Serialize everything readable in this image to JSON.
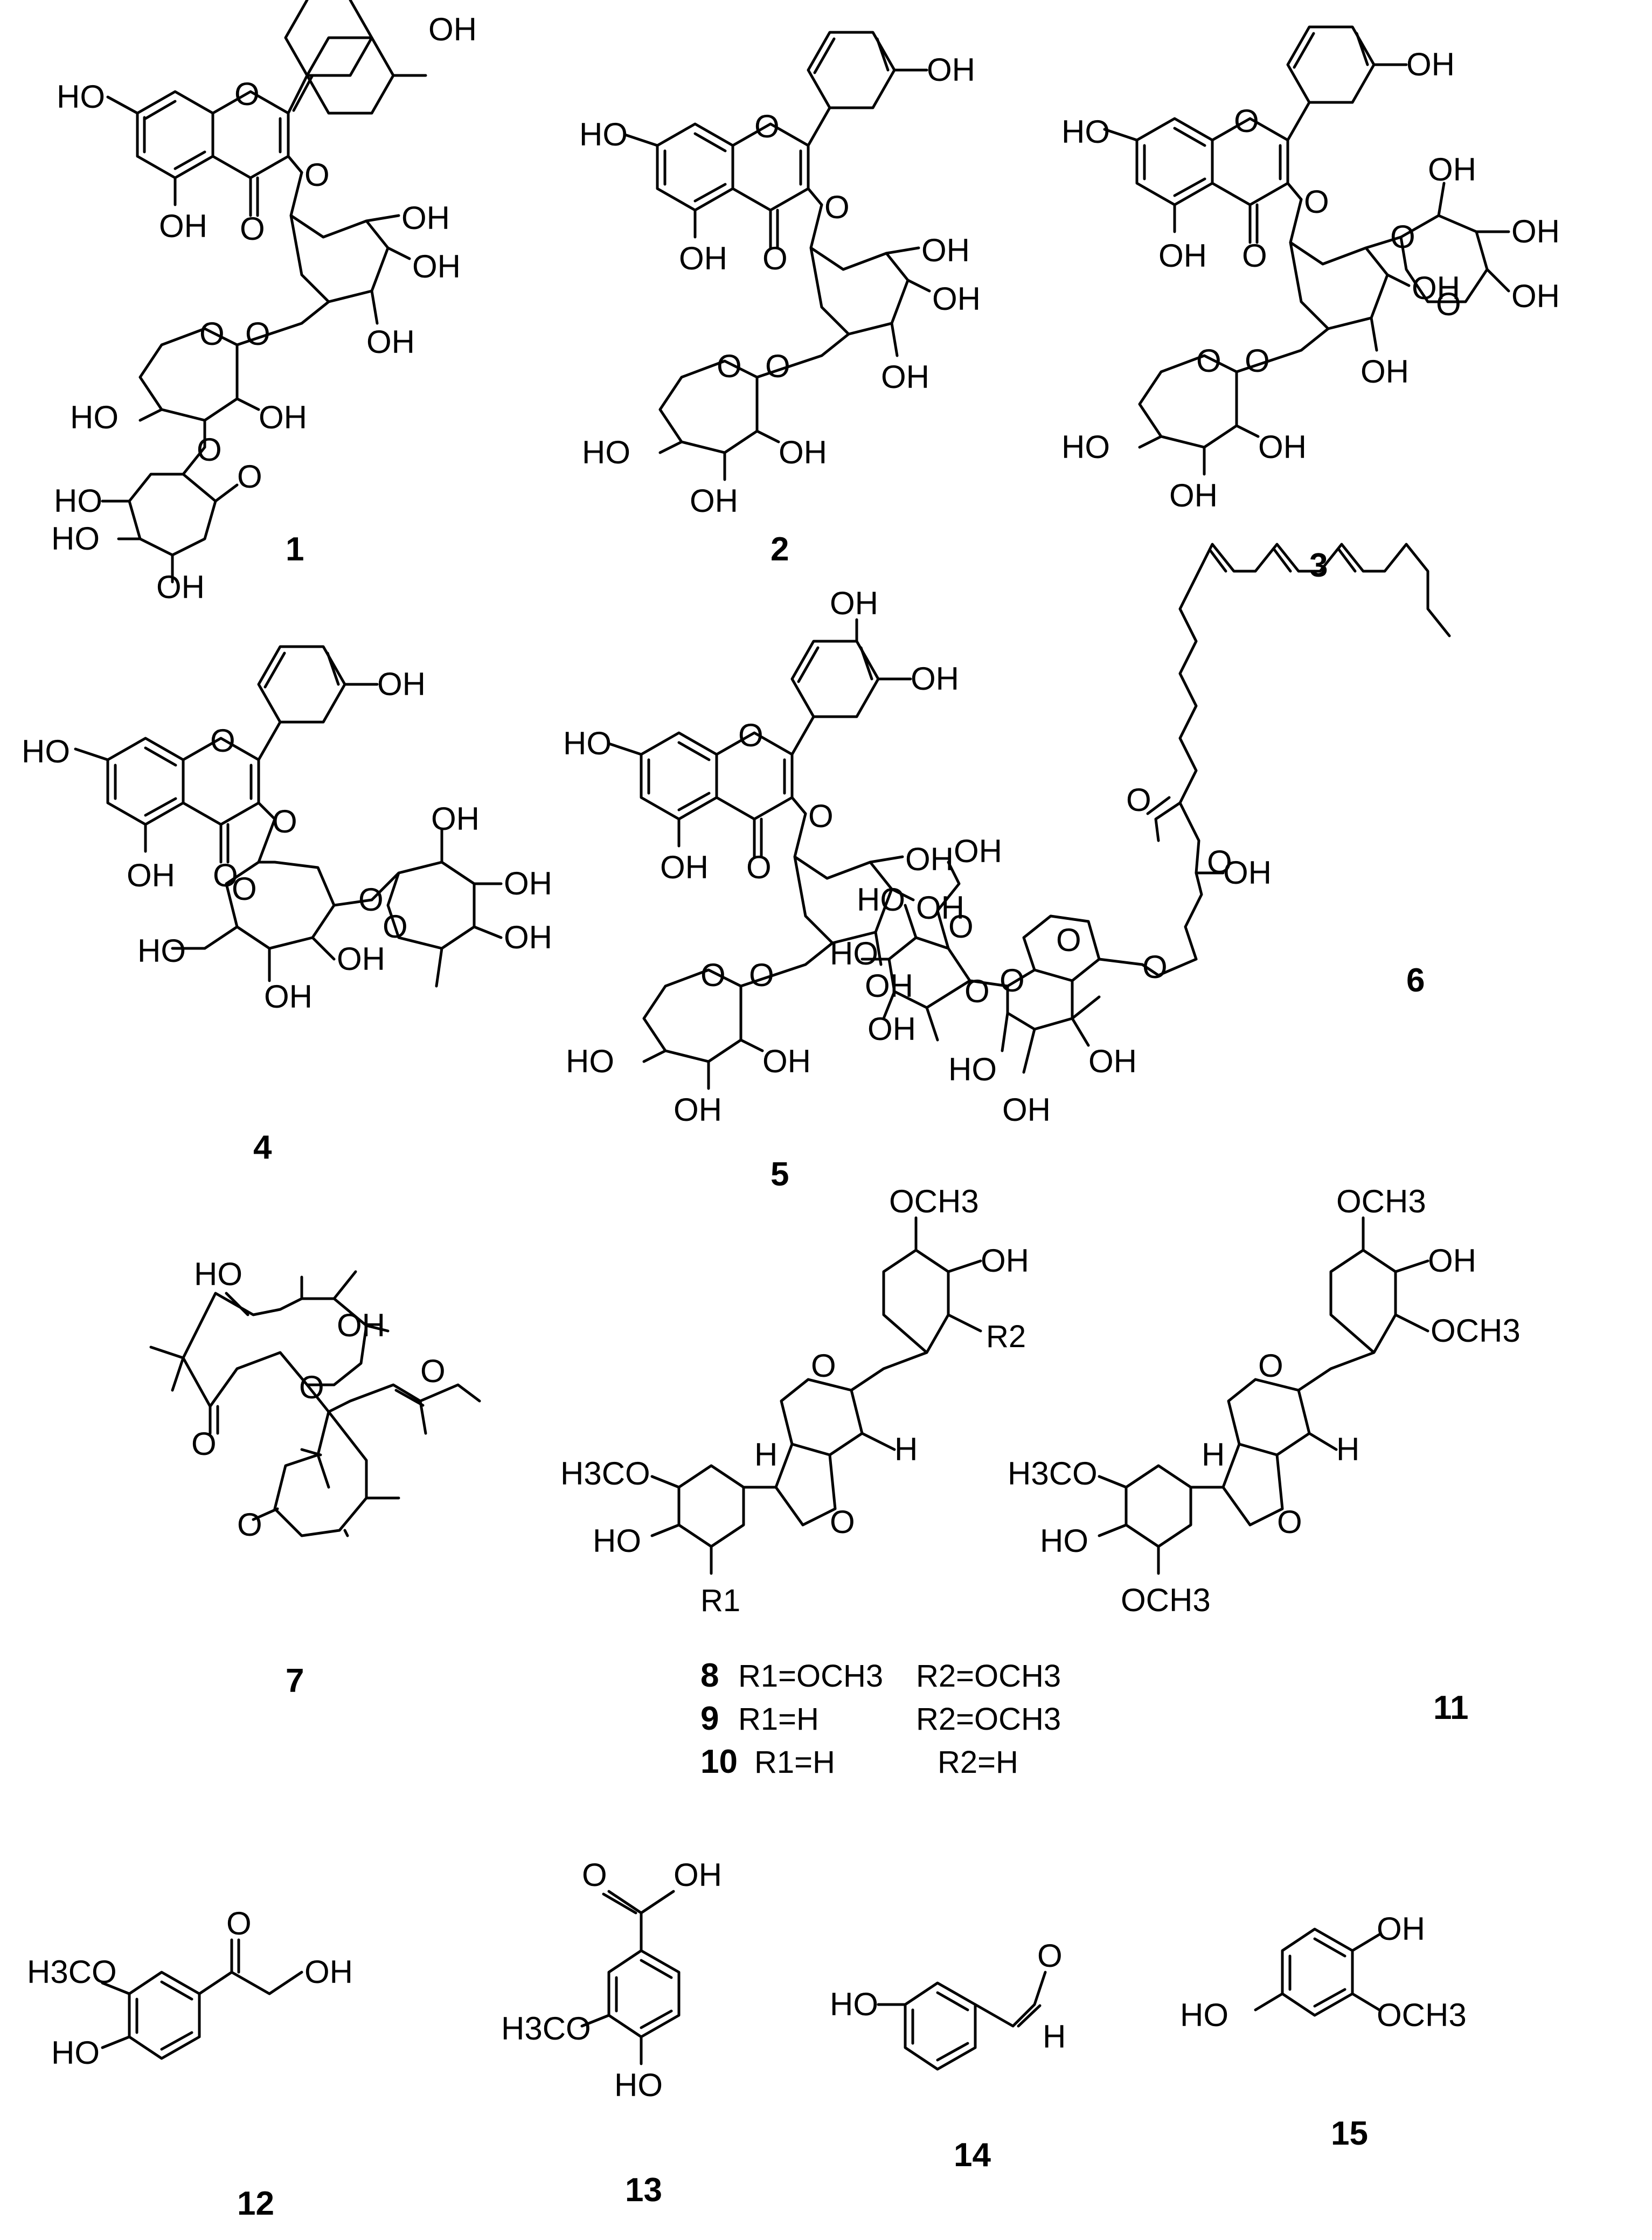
{
  "compounds": [
    {
      "id": "1"
    },
    {
      "id": "2"
    },
    {
      "id": "3"
    },
    {
      "id": "4"
    },
    {
      "id": "5"
    },
    {
      "id": "6"
    },
    {
      "id": "7"
    },
    {
      "id": "8"
    },
    {
      "id": "9"
    },
    {
      "id": "10"
    },
    {
      "id": "11"
    },
    {
      "id": "12"
    },
    {
      "id": "13"
    },
    {
      "id": "14"
    },
    {
      "id": "15"
    }
  ],
  "labels": {
    "OH": "OH",
    "HO": "HO",
    "O": "O",
    "OCH3": "OCH3",
    "H3CO": "H3CO",
    "H": "H",
    "R1": "R1",
    "R2": "R2"
  },
  "substituents": {
    "row8": {
      "r1": "R1=OCH3",
      "r2": "R2=OCH3"
    },
    "row9": {
      "r1": "R1=H",
      "r2": "R2=OCH3"
    },
    "row10": {
      "r1": "R1=H",
      "r2": "R2=H"
    }
  }
}
